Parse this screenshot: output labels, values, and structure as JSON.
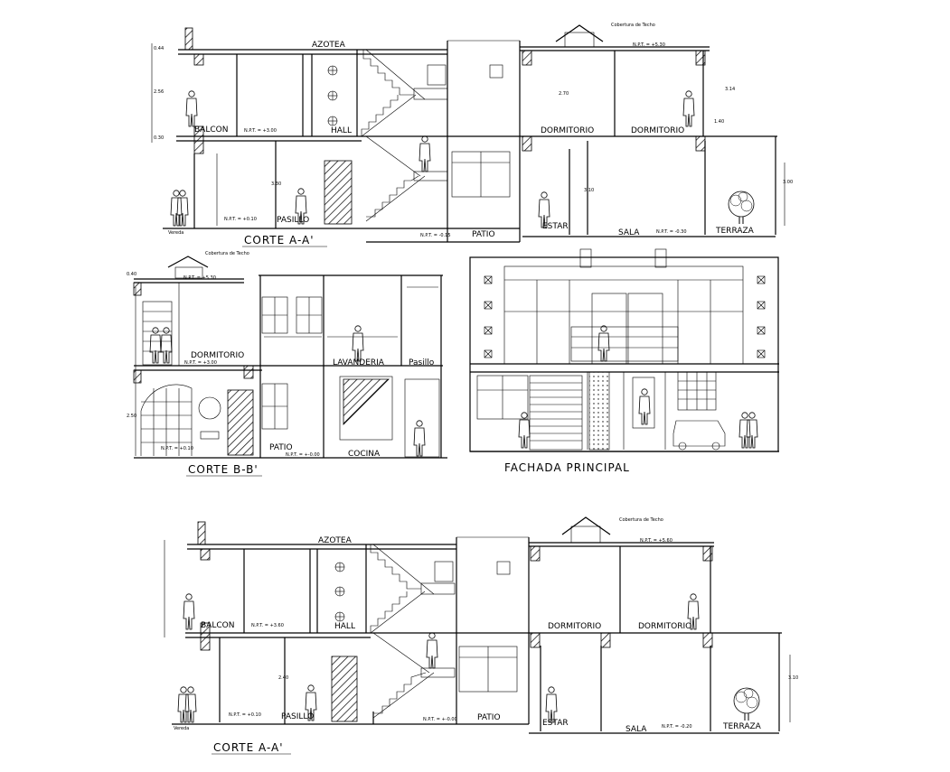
{
  "sections": {
    "corte_a_top": {
      "title": "CORTE A-A'",
      "labels": {
        "azotea": "AZOTEA",
        "balcon": "BALCON",
        "hall": "HALL",
        "pasillo": "PASILLO",
        "patio": "PATIO",
        "dormitorio1": "DORMITORIO",
        "dormitorio2": "DORMITORIO",
        "estar": "ESTAR",
        "sala": "SALA",
        "terraza": "TERRAZA",
        "cobertura": "Cobertura de Techo",
        "vereda": "Vereda"
      },
      "levels": {
        "npt_300": "N.P.T. = +3.00",
        "npt_010": "N.P.T. = +0.10",
        "npt_015": "N.P.T. = -0.15",
        "npt_030": "N.P.T. = -0.30",
        "npt_530": "N.P.T. = +5.30"
      }
    },
    "corte_b": {
      "title": "CORTE B-B'",
      "labels": {
        "cobertura": "Cobertura de Techo",
        "dormitorio": "DORMITORIO",
        "lavanderia": "LAVANDERIA",
        "pasillo": "Pasillo",
        "patio": "PATIO",
        "cocina": "COCINA"
      },
      "levels": {
        "npt_530": "N.P.T. = +5.30",
        "npt_300": "N.P.T. = +3.00",
        "npt_000": "N.P.T. = +-0.00",
        "npt_bath": "N.P.T. = +0.10"
      }
    },
    "fachada": {
      "title": "FACHADA PRINCIPAL"
    },
    "corte_a_bottom": {
      "title": "CORTE A-A'",
      "labels": {
        "azotea": "AZOTEA",
        "balcon": "BALCON",
        "hall": "HALL",
        "pasillo": "PASILLO",
        "patio": "PATIO",
        "dormitorio1": "DORMITORIO",
        "dormitorio2": "DORMITORIO",
        "estar": "ESTAR",
        "sala": "SALA",
        "terraza": "TERRAZA",
        "cobertura": "Cobertura de Techo",
        "vereda": "Vereda"
      },
      "levels": {
        "npt_360": "N.P.T. = +3.60",
        "npt_010": "N.P.T. = +0.10",
        "npt_000": "N.P.T. = +-0.00",
        "npt_020": "N.P.T. = -0.20",
        "npt_560": "N.P.T. = +5.60"
      }
    }
  },
  "dimensions": [
    "0.44",
    "2.56",
    "0.30",
    "3.30",
    "2.70",
    "3.14",
    "1.40",
    "3.00",
    "3.10",
    "2.50",
    "0.40",
    "3.10",
    "2.40"
  ]
}
